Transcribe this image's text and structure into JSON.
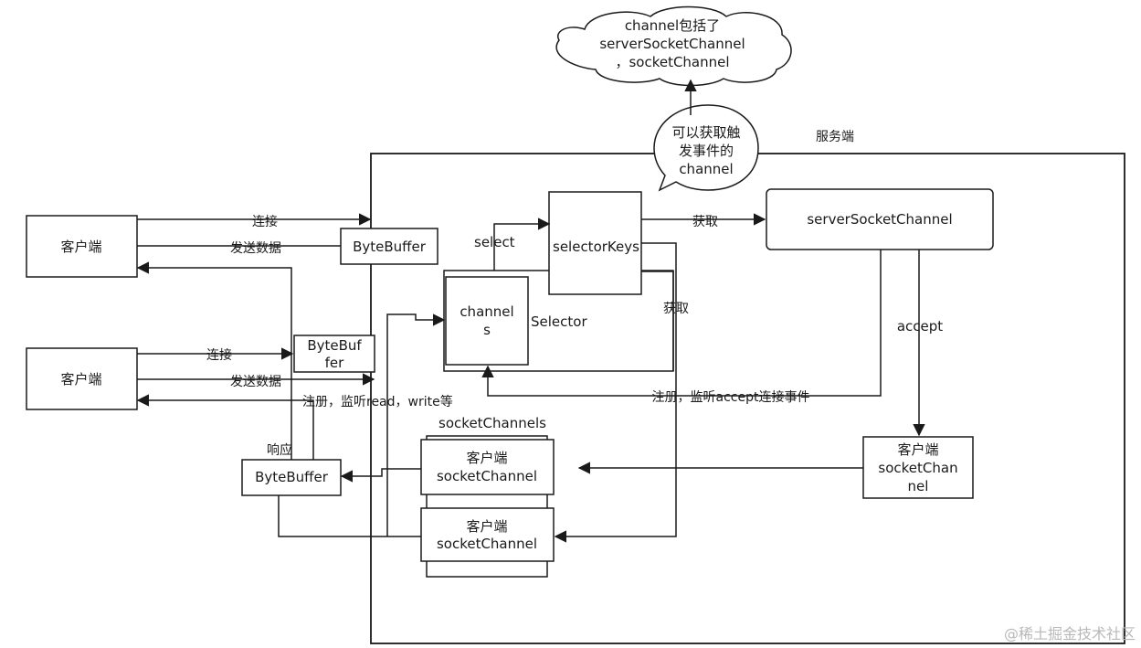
{
  "server_label": "服务端",
  "client_top": "客户端",
  "client_mid": "客户端",
  "arrows": {
    "connect_top": "连接",
    "send_top": "发送数据",
    "connect_mid": "连接",
    "send_mid": "发送数据",
    "response": "响应",
    "select": "select",
    "get_top": "获取",
    "get_side": "获取",
    "accept": "accept",
    "register_accept": "注册，监听accept连接事件",
    "register_rw": "注册，监听read，write等"
  },
  "bytebuffer_top": "ByteBuffer",
  "bytebuffer_mid_lines": [
    "ByteBuf",
    "fer"
  ],
  "bytebuffer_bottom": "ByteBuffer",
  "channels_lines": [
    "channel",
    "s"
  ],
  "selector_label": "Selector",
  "selector_keys": "selectorKeys",
  "server_socket_channel": "serverSocketChannel",
  "socket_channels_title": "socketChannels",
  "socket_channel_1_lines": [
    "客户端",
    "socketChannel"
  ],
  "socket_channel_2_lines": [
    "客户端",
    "socketChannel"
  ],
  "client_socket_channel_lines": [
    "客户端",
    "socketChan",
    "nel"
  ],
  "cloud_lines": [
    "channel包括了",
    "serverSocketChannel",
    "，socketChannel"
  ],
  "bubble_lines": [
    "可以获取触",
    "发事件的",
    "channel"
  ],
  "watermark": "@稀土掘金技术社区"
}
